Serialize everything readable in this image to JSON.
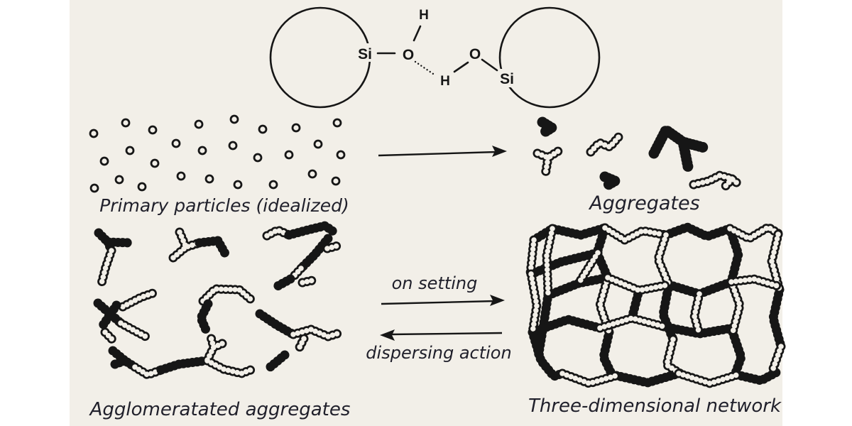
{
  "colors": {
    "page": "#ffffff",
    "canvas": "#f2efe8",
    "ink": "#161616",
    "text": "#20202b"
  },
  "molecule": {
    "si_left": "Si",
    "o_left": "O",
    "h_top": "H",
    "h_bridge": "H",
    "o_right": "O",
    "si_right": "Si"
  },
  "stages": {
    "primary": {
      "label": "Primary particles (idealized)"
    },
    "aggregates": {
      "label": "Aggregates"
    },
    "agglomerated": {
      "label": "Agglomeratated aggregates"
    },
    "network": {
      "label": "Three-dimensional network"
    }
  },
  "arrows": {
    "formation": {
      "direction": "right"
    },
    "setting": {
      "label": "on setting",
      "direction": "right"
    },
    "dispersing": {
      "label": "dispersing action",
      "direction": "left"
    }
  }
}
